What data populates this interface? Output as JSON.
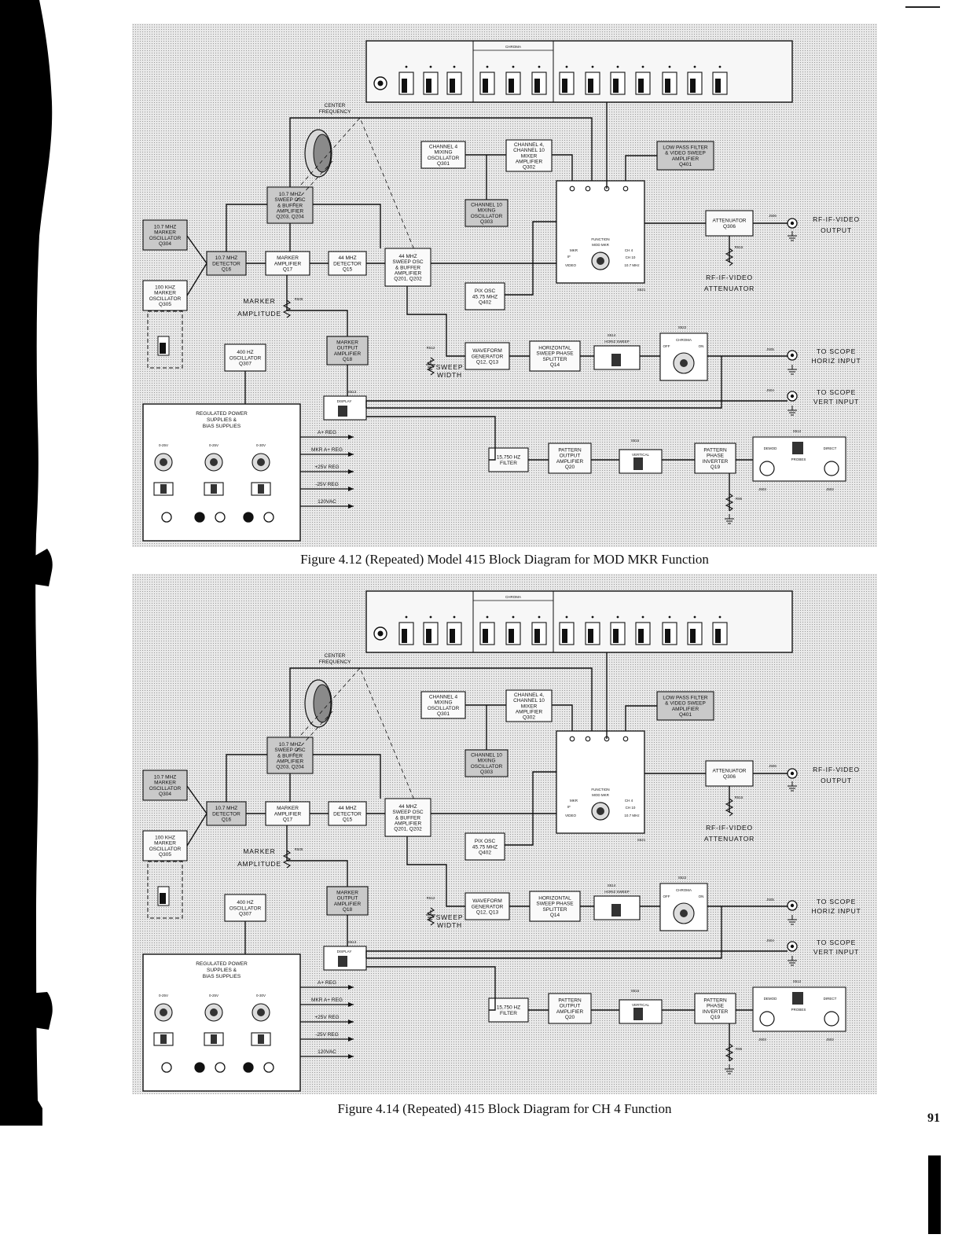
{
  "captions": {
    "figure1": "Figure 4.12 (Repeated)  Model 415 Block Diagram for MOD MKR Function",
    "figure2": "Figure 4.14 (Repeated)  415 Block Diagram for CH 4 Function"
  },
  "page_number": "91",
  "diagram": {
    "blocks": {
      "mkr107osc": [
        "10.7 MHZ",
        "MARKER",
        "OSCILLATOR",
        "Q304"
      ],
      "mkr100osc": [
        "100 KHZ",
        "MARKER",
        "OSCILLATOR",
        "Q305"
      ],
      "det107": [
        "10.7 MHZ",
        "DETECTOR",
        "Q16"
      ],
      "mkramp": [
        "MARKER",
        "AMPLIFIER",
        "Q17"
      ],
      "det44": [
        "44 MHZ",
        "DETECTOR",
        "Q15"
      ],
      "sweep44": [
        "44 MHZ",
        "SWEEP OSC",
        "& BUFFER",
        "AMPLIFIER",
        "Q201, Q202"
      ],
      "sweep107": [
        "10.7 MHZ",
        "SWEEP OSC",
        "& BUFFER",
        "AMPLIFIER",
        "Q203, Q204"
      ],
      "ch4osc": [
        "CHANNEL 4",
        "MIXING",
        "OSCILLATOR",
        "Q301"
      ],
      "mixer": [
        "CHANNEL 4,",
        "CHANNEL 10",
        "MIXER",
        "AMPLIFIER",
        "Q302"
      ],
      "ch10osc": [
        "CHANNEL 10",
        "MIXING",
        "OSCILLATOR",
        "Q303"
      ],
      "lpf": [
        "LOW PASS FILTER",
        "& VIDEO SWEEP",
        "AMPLIFIER",
        "Q401"
      ],
      "atten": [
        "ATTENUATOR",
        "Q306"
      ],
      "pixosc": [
        "PIX OSC",
        "45.75 MHZ",
        "Q402"
      ],
      "osc400": [
        "400 HZ",
        "OSCILLATOR",
        "Q307"
      ],
      "mkrout": [
        "MARKER",
        "OUTPUT",
        "AMPLIFIER",
        "Q18"
      ],
      "wavegen": [
        "WAVEFORM",
        "GENERATOR",
        "Q12, Q13"
      ],
      "hsplit": [
        "HORIZONTAL",
        "SWEEP PHASE",
        "SPLITTER",
        "Q14"
      ],
      "filter": [
        "15,750 HZ",
        "FILTER"
      ],
      "patout": [
        "PATTERN",
        "OUTPUT",
        "AMPLIFIER",
        "Q20"
      ],
      "patinv": [
        "PATTERN",
        "PHASE",
        "INVERTER",
        "Q19"
      ]
    },
    "labels": {
      "center_frequency": [
        "CENTER",
        "FREQUENCY"
      ],
      "marker_amplitude": [
        "MARKER",
        "AMPLITUDE"
      ],
      "sweep_width": [
        "SWEEP",
        "WIDTH"
      ],
      "rf_output": [
        "RF-IF-VIDEO",
        "OUTPUT"
      ],
      "rf_atten": [
        "RF-IF-VIDEO",
        "ATTENUATOR"
      ],
      "scope_horiz": [
        "TO SCOPE",
        "HORIZ INPUT"
      ],
      "scope_vert": [
        "TO SCOPE",
        "VERT INPUT"
      ],
      "power_title": [
        "REGULATED POWER",
        "SUPPLIES &",
        "BIAS SUPPLIES"
      ],
      "power_rails": [
        "A+ REG",
        "MKR A+ REG",
        "+25V REG",
        "-25V REG",
        "120VAC"
      ],
      "pot_labels": [
        "0-25V",
        "0-25V",
        "0-30V"
      ],
      "chroma_group": "CHROMA",
      "function_title": "FUNCTION",
      "function_positions": [
        "MOD MKR",
        "MKR",
        "IF",
        "VIDEO",
        "CH 4",
        "CH 10",
        "10.7 MHz"
      ],
      "chroma_switch": [
        "CHROMA",
        "OFF",
        "ON"
      ],
      "horiz_sweep": "HORIZ SWEEP",
      "vertical": "VERTICAL",
      "display": "DISPLAY",
      "demod": "DEMOD",
      "probes": "PROBES",
      "direct": "DIRECT",
      "refs": {
        "j506": "J506",
        "j505": "J505",
        "j504": "J504",
        "j503": "J503",
        "j502": "J502",
        "s521": "S521",
        "s522": "S522",
        "s514": "S514",
        "s515": "S515",
        "s513": "S513",
        "s512": "S512",
        "r505": "R505",
        "r515": "R515",
        "r512": "R512",
        "r95": "R95"
      }
    }
  }
}
